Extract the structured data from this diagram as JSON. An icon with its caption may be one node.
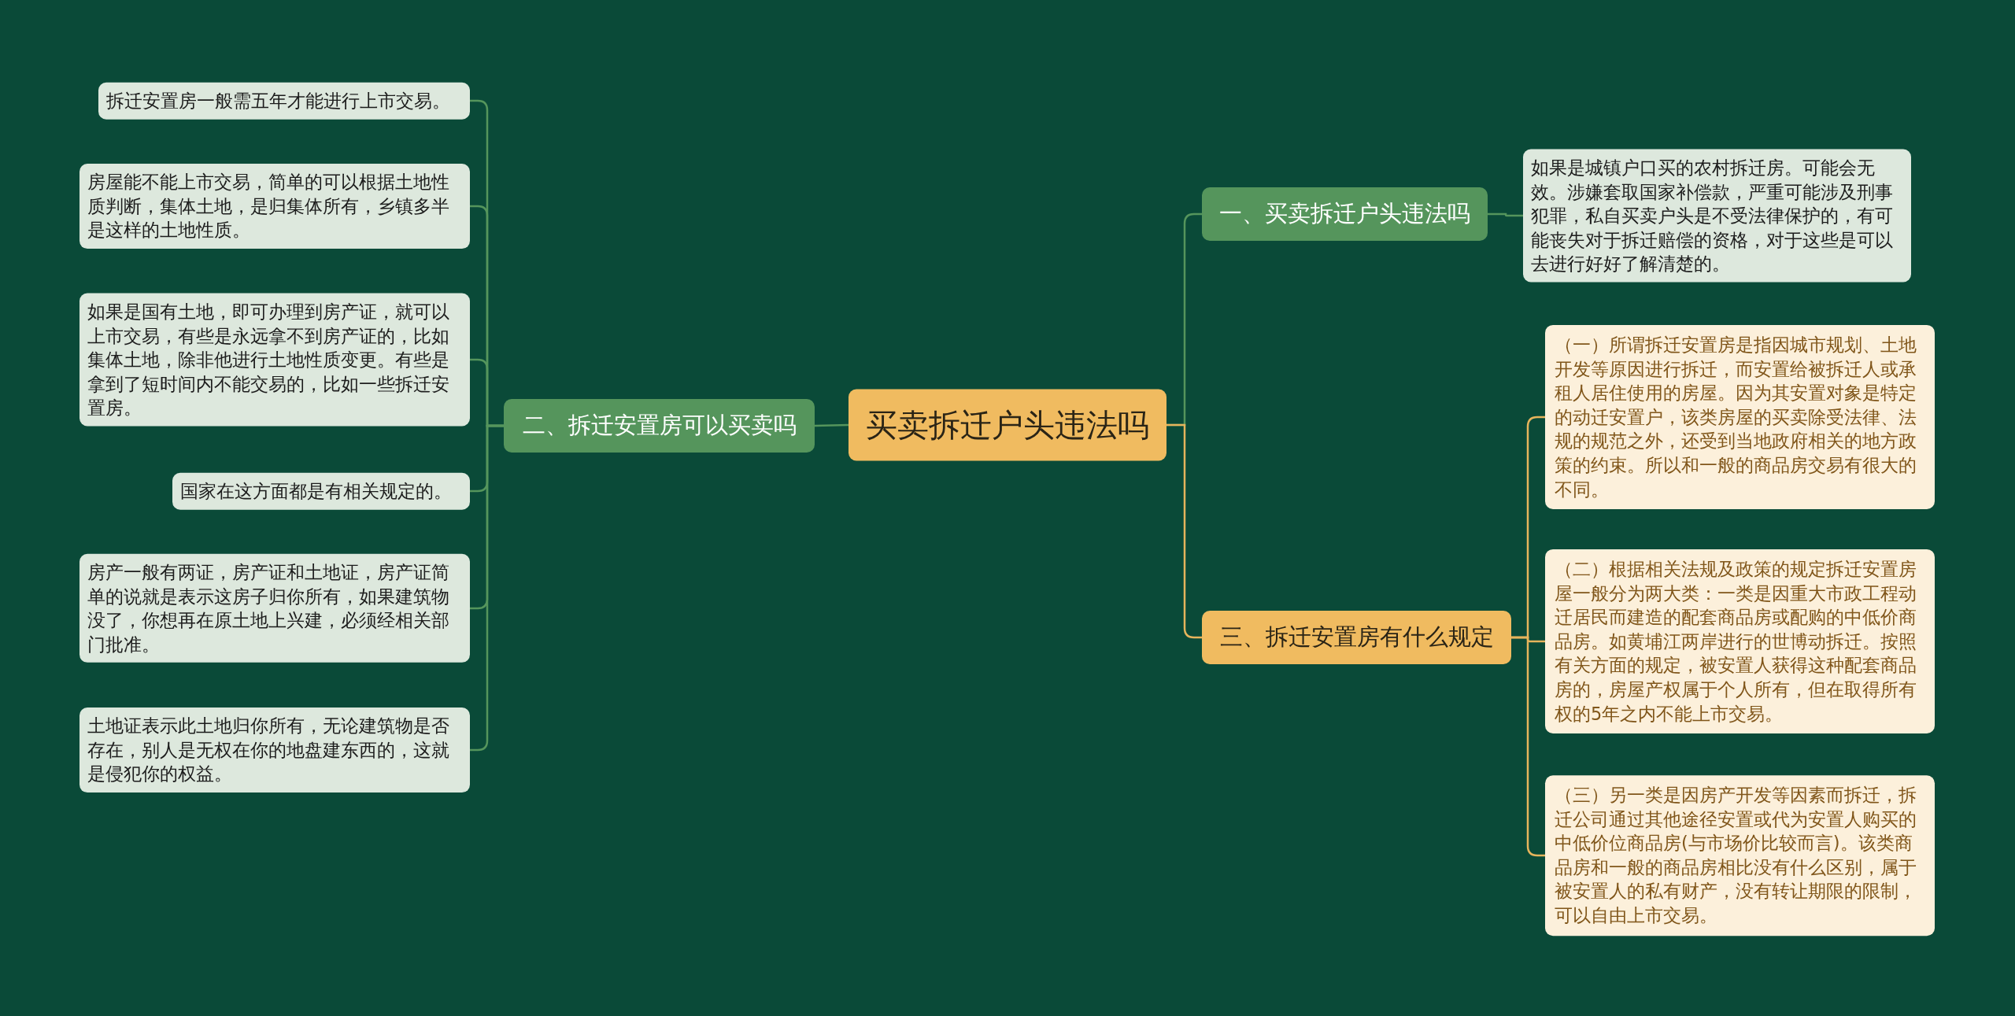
{
  "diagram": {
    "nodes": [
      {
        "text": [
          "买卖拆迁户头违法吗"
        ]
      },
      {
        "text": [
          "一、买卖拆迁户头违法吗"
        ]
      },
      {
        "text": [
          "如果是城镇户口买的农村拆迁房。可能会无效。涉嫌套取国家补偿款，严重可能涉及刑事犯罪，私自买卖户头是不受法律保护的，有可能丧失对于拆迁赔偿的资格，对于这些是可以去进行好好了解清楚的。"
        ]
      },
      {
        "text": [
          "二、拆迁安置房可以买卖吗"
        ]
      },
      {
        "text": [
          "拆迁安置房一般需五年才能进行上市交易。"
        ]
      },
      {
        "text": [
          "房屋能不能上市交易，简单的可以根据土地性质判断，集体土地，是归集体所有，乡镇多半是这样的土地性质。"
        ]
      },
      {
        "text": [
          "如果是国有土地，即可办理到房产证，就可以上市交易，有些是永远拿不到房产证的，比如集体土地，除非他进行土地性质变更。有些是拿到了短时间内不能交易的，比如一些拆迁安置房。"
        ]
      },
      {
        "text": [
          "国家在这方面都是有相关规定的。"
        ]
      },
      {
        "text": [
          "房产一般有两证，房产证和土地证，房产证简单的说就是表示这房子归你所有，如果建筑物没了，你想再在原土地上兴建，必须经相关部门批准。"
        ]
      },
      {
        "text": [
          "土地证表示此土地归你所有，无论建筑物是否存在，别人是无权在你的地盘建东西的，这就是侵犯你的权益。"
        ]
      },
      {
        "text": [
          "三、拆迁安置房有什么规定"
        ]
      },
      {
        "text": [
          "（一）所谓拆迁安置房是指因城市规划、土地开发等原因进行拆迁，而安置给被拆迁人或承租人居住使用的房屋。因为其安置对象是特定的动迁安置户，该类房屋的买卖除受法律、法规的规范之外，还受到当地政府相关的地方政策的约束。所以和一般的商品房交易有很大的不同。"
        ]
      },
      {
        "text": [
          "（二）根据相关法规及政策的规定拆迁安置房屋一般分为两大类：一类是因重大市政工程动迁居民而建造的配套商品房或配购的中低价商品房。如黄埔江两岸进行的世博动拆迁。按照有关方面的规定，被安置人获得这种配套商品房的，房屋产权属于个人所有，但在取得所有权的5年之内不能上市交易。"
        ]
      },
      {
        "text": [
          "（三）另一类是因房产开发等因素而拆迁，拆迁公司通过其他途径安置或代为安置人购买的中低价位商品房(与市场价比较而言)。该类商品房和一般的商品房相比没有什么区别，属于被安置人的私有财产，没有转让期限的限制，可以自由上市交易。"
        ]
      }
    ],
    "edges": [
      {
        "from": 0,
        "to": 1,
        "arrow": "none"
      },
      {
        "from": 1,
        "to": 2,
        "arrow": "none"
      },
      {
        "from": 0,
        "to": 3,
        "arrow": "none"
      },
      {
        "from": 3,
        "to": 4,
        "arrow": "none"
      },
      {
        "from": 3,
        "to": 5,
        "arrow": "none"
      },
      {
        "from": 3,
        "to": 6,
        "arrow": "none"
      },
      {
        "from": 3,
        "to": 7,
        "arrow": "none"
      },
      {
        "from": 3,
        "to": 8,
        "arrow": "none"
      },
      {
        "from": 3,
        "to": 9,
        "arrow": "none"
      },
      {
        "from": 0,
        "to": 10,
        "arrow": "none",
        "color": "#e6b45c"
      },
      {
        "from": 10,
        "to": 11,
        "arrow": "none",
        "color": "#e6b45c"
      },
      {
        "from": 10,
        "to": 12,
        "arrow": "none",
        "color": "#e6b45c"
      },
      {
        "from": 10,
        "to": 13,
        "arrow": "none",
        "color": "#e6b45c"
      }
    ]
  }
}
